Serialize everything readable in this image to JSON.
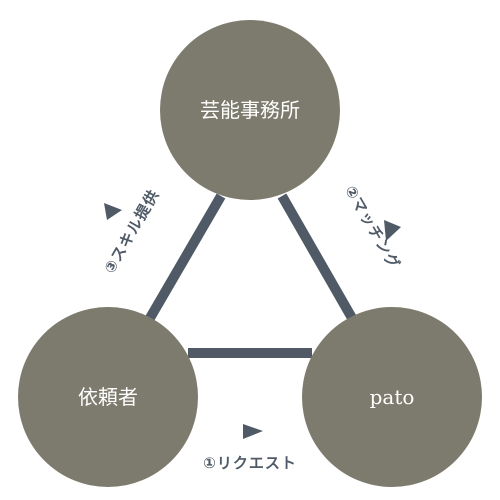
{
  "colors": {
    "node_fill": "#7d7b6d",
    "edge_stroke": "#4f5a66",
    "arrow_fill": "#4f5a66",
    "label_text": "#4f5a66",
    "node_text": "#ffffff",
    "background": "#ffffff"
  },
  "nodes": {
    "agency": "芸能事務所",
    "client": "依頼者",
    "pato": "pato"
  },
  "flows": {
    "request": "①リクエスト",
    "matching": "②マッチング",
    "skill": "③スキル提供"
  }
}
